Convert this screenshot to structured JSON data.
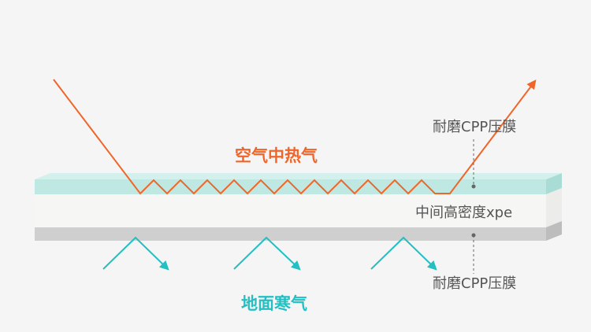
{
  "labels": {
    "hot_air": "空气中热气",
    "ground_cold": "地面寒气",
    "layer_top": "耐磨CPP压膜",
    "layer_middle": "中间高密度xpe",
    "layer_bottom": "耐磨CPP压膜"
  },
  "colors": {
    "background": "#f5f5f5",
    "hot": "#f0662a",
    "cold": "#23bfc2",
    "layer_top": "#bfe8e2",
    "layer_middle": "#f6f6f4",
    "layer_bottom": "#cfcfcf",
    "label_text": "#555555"
  }
}
